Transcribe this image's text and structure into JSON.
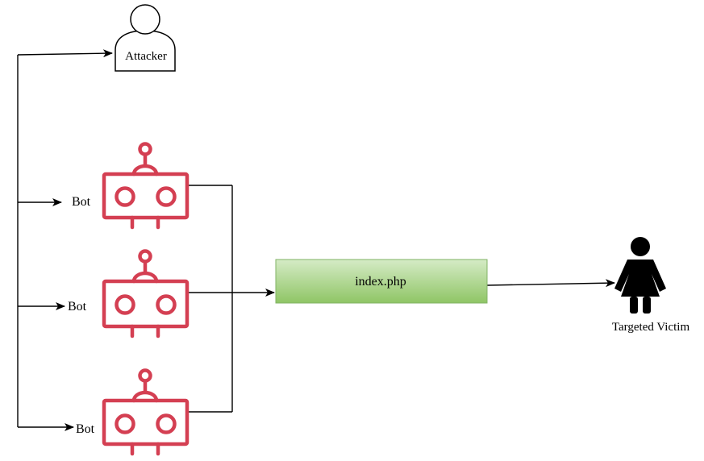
{
  "attacker": {
    "label": "Attacker"
  },
  "bots": [
    {
      "label": "Bot"
    },
    {
      "label": "Bot"
    },
    {
      "label": "Bot"
    }
  ],
  "server": {
    "label": "index.php"
  },
  "victim": {
    "label": "Targeted Victim"
  },
  "colors": {
    "robot": "#d43f52",
    "server_fill_top": "#d5ebc6",
    "server_fill_bottom": "#8fc565",
    "server_stroke": "#82b366",
    "line": "#000000"
  },
  "icons": {
    "attacker": "user-outline-icon",
    "bot": "robot-icon",
    "victim": "woman-silhouette-icon"
  }
}
